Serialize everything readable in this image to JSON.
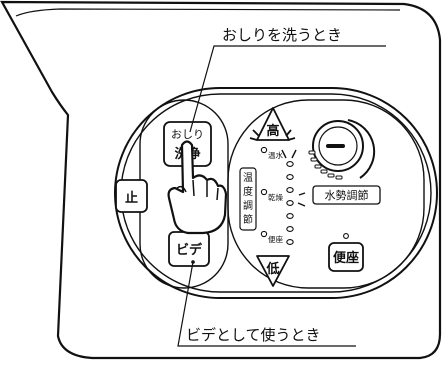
{
  "callouts": {
    "top": "おしりを洗うとき",
    "bottom": "ビデとして使うとき"
  },
  "left_panel": {
    "wash_line1": "おしり",
    "wash_line2": "洗浄",
    "stop": "止",
    "bidet": "ビデ"
  },
  "right_panel": {
    "high": "高",
    "low": "低",
    "temp_adjust": [
      "温",
      "度",
      "調",
      "節"
    ],
    "water_pressure": "水勢調節",
    "seat": "便座",
    "scale_labels": [
      "温水",
      "乾燥",
      "便座"
    ]
  },
  "colors": {
    "ink": "#111111",
    "paper": "#ffffff"
  }
}
